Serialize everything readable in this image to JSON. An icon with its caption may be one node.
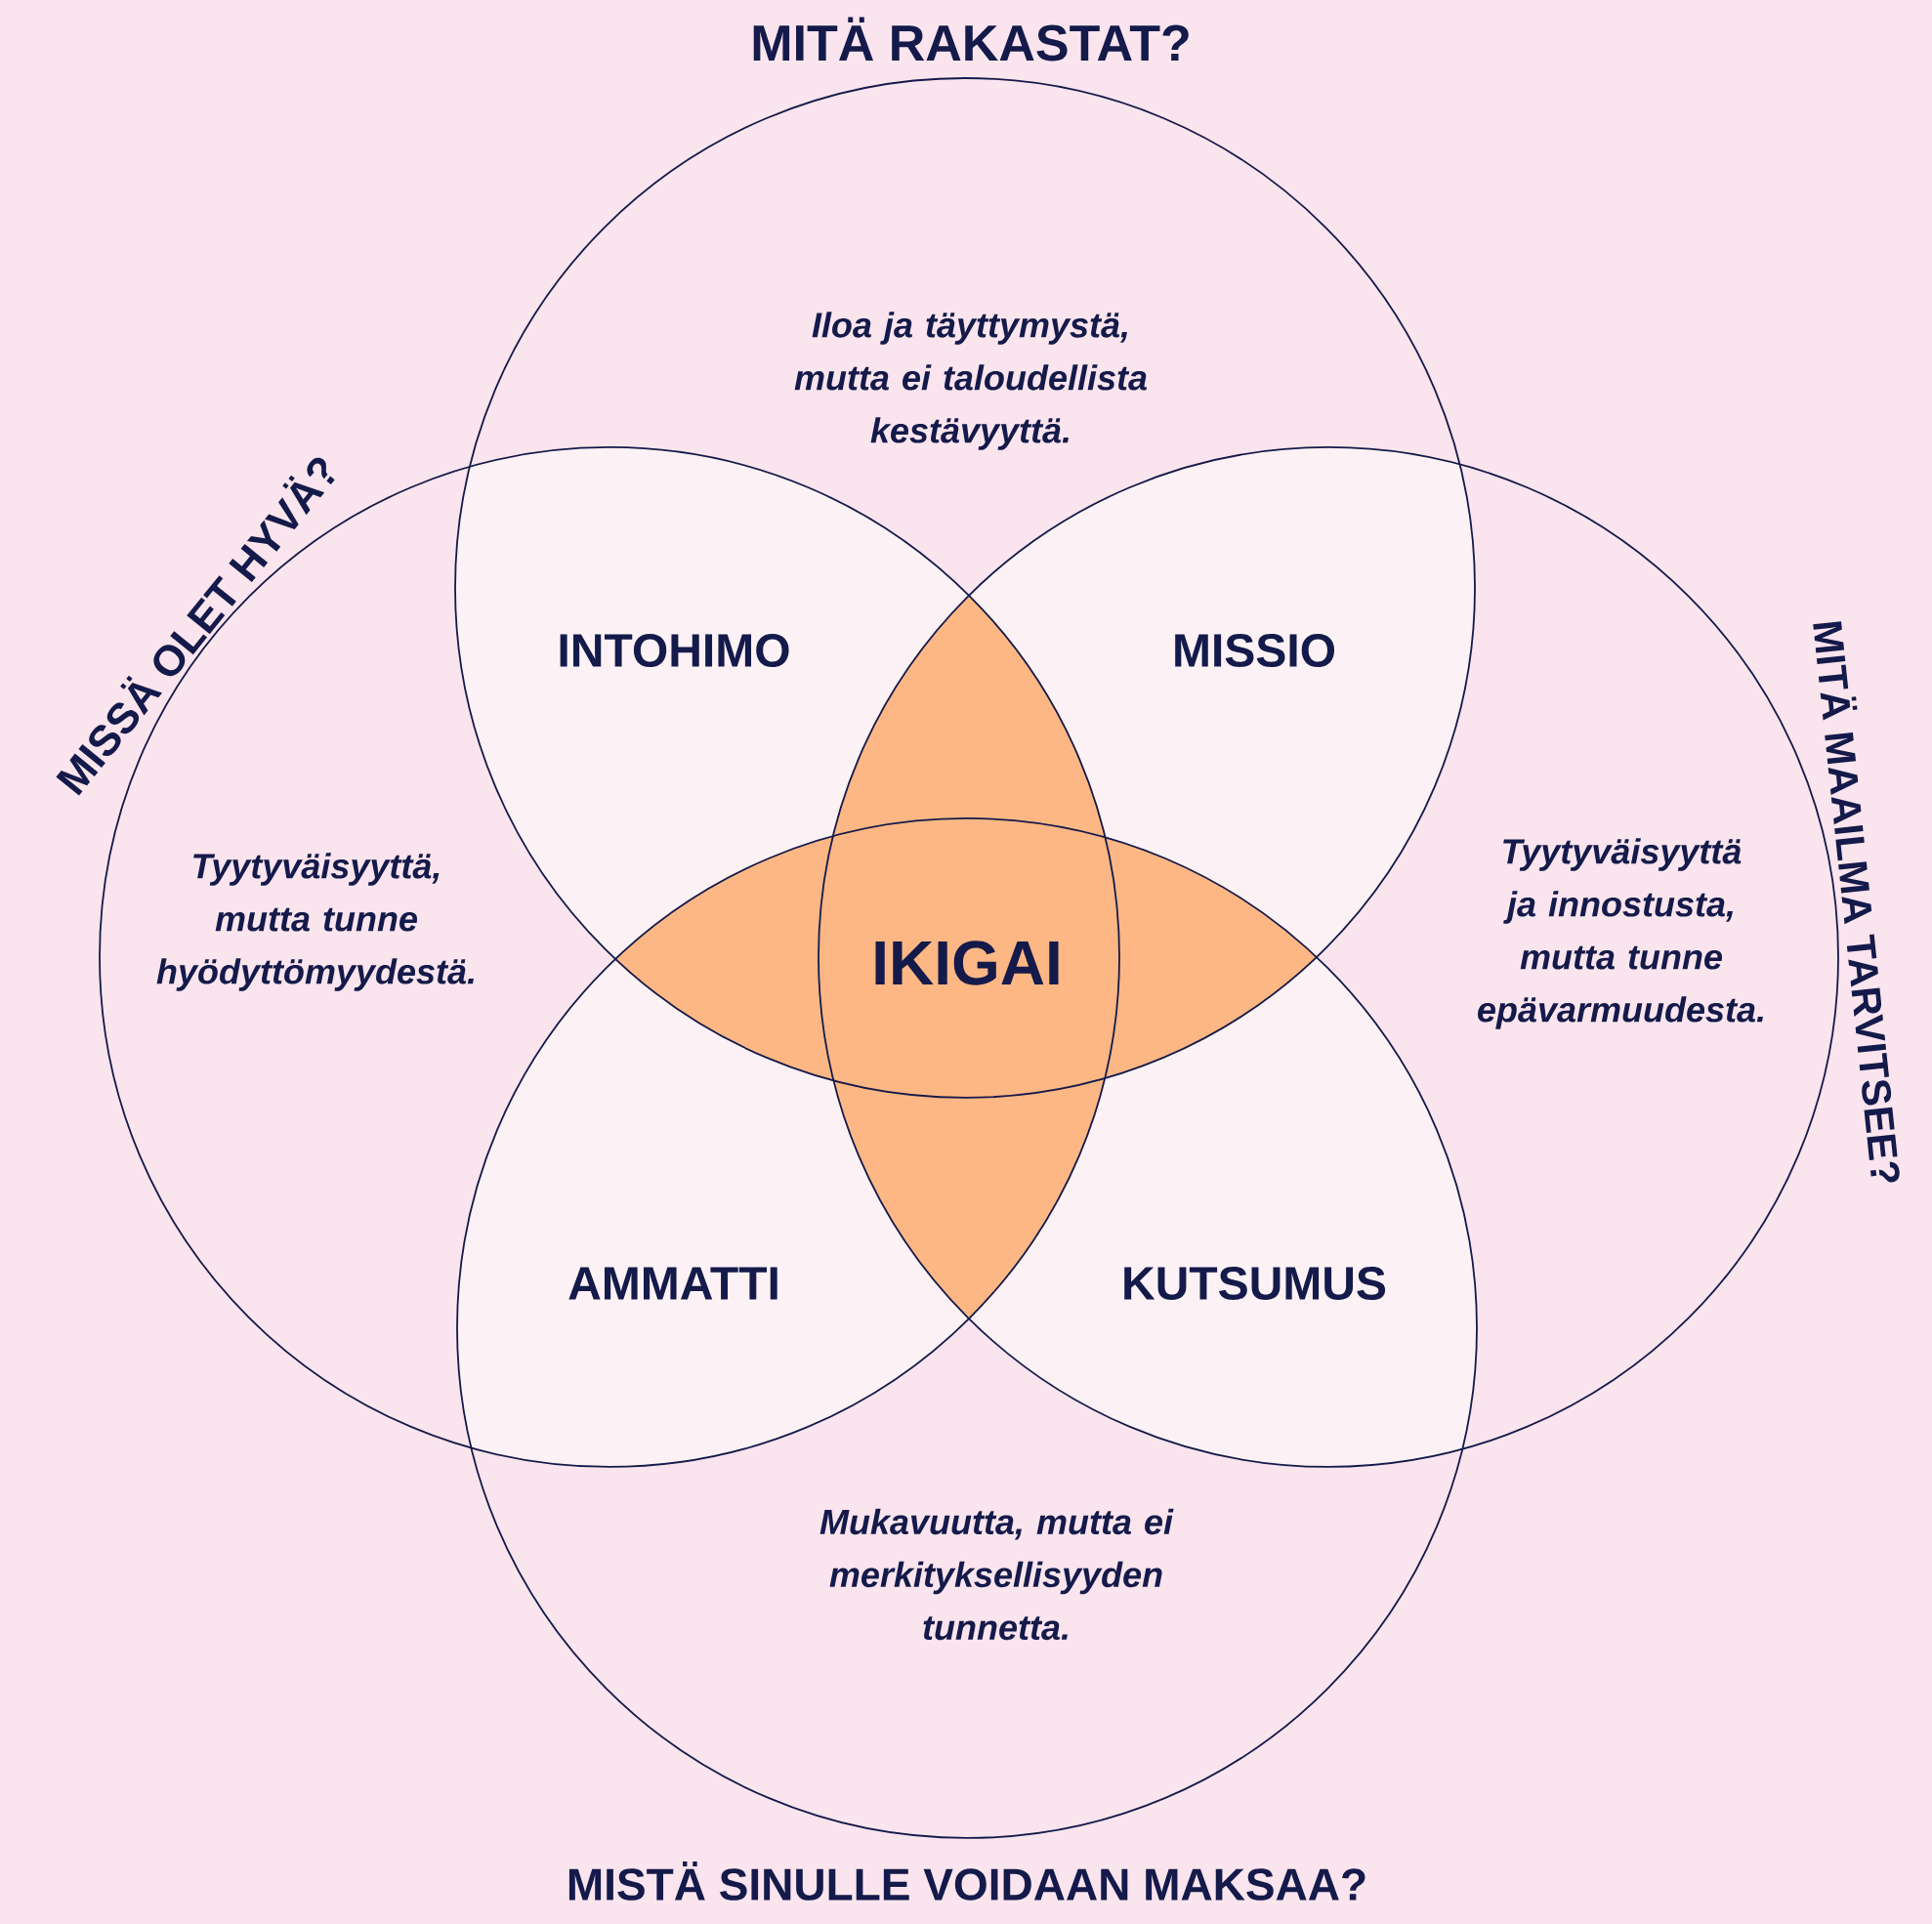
{
  "diagram": {
    "nodes": [
      {
        "text": [
          "MITÄ RAKASTAT?",
          "Iloa ja täyttymystä, mutta ei taloudellista kestävyyttä."
        ]
      },
      {
        "text": [
          "MISSÄ OLET HYVÄ?",
          "Tyytyväisyyttä, mutta tunne hyödyttömyydestä."
        ]
      },
      {
        "text": [
          "MITÄ MAAILMA TARVITSEE?",
          "Tyytyväisyyttä ja innostusta, mutta tunne epävarmuudesta."
        ]
      },
      {
        "text": [
          "Mukavuutta, mutta ei merkityksellisyyden tunnetta.",
          "MISTÄ SINULLE VOIDAAN MAKSAA?"
        ]
      }
    ],
    "labels": [
      "INTOHIMO",
      "MISSIO",
      "IKIGAI",
      "AMMATTI",
      "KUTSUMUS"
    ]
  }
}
